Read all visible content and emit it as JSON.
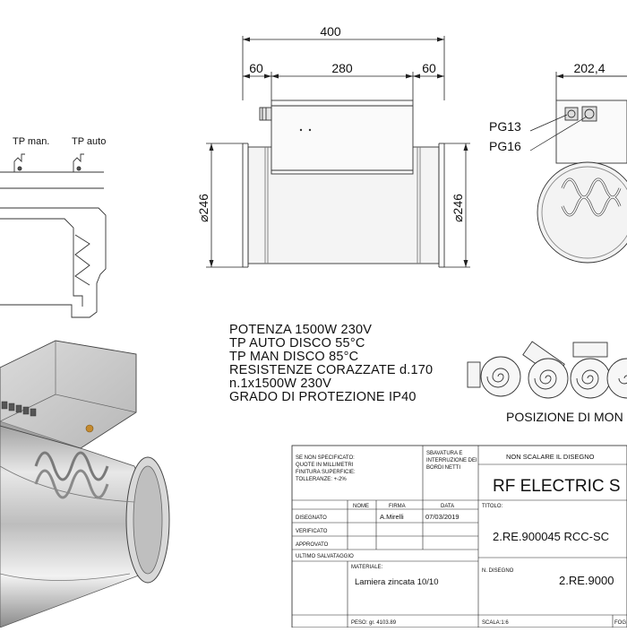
{
  "dimensions": {
    "overall_length": "400",
    "left_collar": "60",
    "body_length": "280",
    "right_collar": "60",
    "diameter_left": "⌀246",
    "diameter_right": "⌀246",
    "side_depth": "202,4"
  },
  "detail_labels": {
    "tp_man": "TP man.",
    "tp_auto": "TP auto",
    "pg13": "PG13",
    "pg16": "PG16"
  },
  "specs": [
    "POTENZA 1500W 230V",
    "TP AUTO DISCO 55°C",
    "TP MAN DISCO 85°C",
    "RESISTENZE CORAZZATE d.170",
    "n.1x1500W 230V",
    "GRADO DI PROTEZIONE IP40"
  ],
  "mounting_caption": "POSIZIONE DI MON",
  "title_block": {
    "general_notes": [
      "SE NON SPECIFICATO:",
      "QUOTE IN MILLIMETRI",
      "FINITURA SUPERFICIE:",
      "TOLLERANZE: +-2%"
    ],
    "edge_notes": [
      "SBAVATURA E",
      "INTERRUZIONE DEI",
      "BORDI NETTI"
    ],
    "no_scale": "NON SCALARE IL DISEGNO",
    "main_title": "RF ELECTRIC S",
    "col_nome": "NOME",
    "col_firma": "FIRMA",
    "col_data": "DATA",
    "row_disegnato": "DISEGNATO",
    "row_verificato": "VERIFICATO",
    "row_approvato": "APPROVATO",
    "row_ultimo": "ULTIMO SALVATAGGIO",
    "drawn_by": "A.Mirelli",
    "drawn_date": "07/03/2019",
    "titolo_label": "TITOLO:",
    "titolo_value": "2.RE.900045 RCC-SC",
    "materiale_label": "MATERIALE:",
    "materiale_value": "Lamiera zincata 10/10",
    "n_disegno_label": "N. DISEGNO",
    "n_disegno_value": "2.RE.9000",
    "peso": "PESO: gr.   4103.89",
    "scala": "SCALA:1:6",
    "foglio": "FOG"
  }
}
